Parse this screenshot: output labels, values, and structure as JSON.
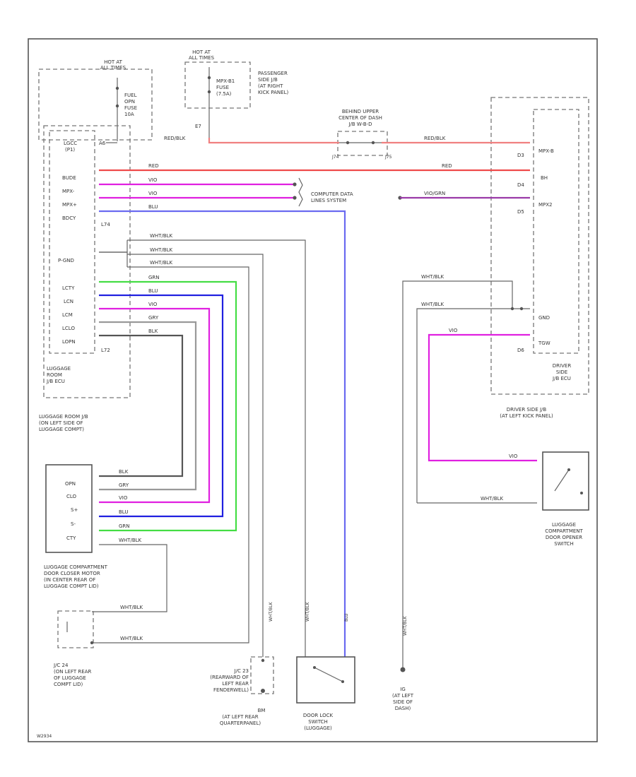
{
  "hot": {
    "a_1": "HOT AT",
    "a_2": "ALL TIMES",
    "b_1": "HOT AT",
    "b_2": "ALL TIMES"
  },
  "fuses": {
    "fuel_1": "FUEL",
    "fuel_2": "OPN",
    "fuel_3": "FUSE",
    "fuel_4": "10A",
    "mpx_1": "MPX-B1",
    "mpx_2": "FUSE",
    "mpx_3": "(7.5A)"
  },
  "labels": {
    "passenger_jb_1": "PASSENGER",
    "passenger_jb_2": "SIDE J/B",
    "passenger_jb_3": "(AT RIGHT",
    "passenger_jb_4": "KICK PANEL)",
    "behind_1": "BEHIND UPPER",
    "behind_2": "CENTER OF DASH",
    "behind_3": "J/B W-B-D",
    "computer_1": "COMPUTER DATA",
    "computer_2": "LINES SYSTEM",
    "lug_room_1": "LUGGAGE",
    "lug_room_2": "ROOM",
    "lug_room_3": "J/B ECU",
    "lug_jb_1": "LUGGAGE ROOM J/B",
    "lug_jb_2": "(ON LEFT SIDE OF",
    "lug_jb_3": "LUGGAGE COMPT)",
    "driver_side_1": "DRIVER",
    "driver_side_2": "SIDE",
    "driver_side_3": "J/B ECU",
    "driver_jb_1": "DRIVER SIDE J/B",
    "driver_jb_2": "(AT LEFT KICK PANEL)",
    "motor_1": "LUGGAGE COMPARTMENT",
    "motor_2": "DOOR CLOSER MOTOR",
    "motor_3": "(IN CENTER REAR OF",
    "motor_4": "LUGGAGE COMPT LID)",
    "opener_1": "LUGGAGE",
    "opener_2": "COMPARTMENT",
    "opener_3": "DOOR OPENER",
    "opener_4": "SWITCH",
    "j24_1": "J/C 24",
    "j24_2": "(ON LEFT REAR",
    "j24_3": "OF LUGGAGE",
    "j24_4": "COMPT LID)",
    "j23_1": "J/C 23",
    "j23_2": "(REARWARD OF",
    "j23_3": "LEFT REAR",
    "j23_4": "FENDERWELL)",
    "bm_1": "BM",
    "bm_2": "(AT LEFT REAR",
    "bm_3": "QUARTERPANEL)",
    "door_lock_1": "DOOR LOCK",
    "door_lock_2": "SWITCH",
    "door_lock_3": "(LUGGAGE)",
    "gnd_1": "IG",
    "gnd_2": "(AT LEFT",
    "gnd_3": "SIDE OF",
    "gnd_4": "DASH)",
    "footer": "W2934"
  },
  "pins_left": {
    "lgcc": "LGCC",
    "ip1": "(P1)",
    "bude": "BUDE",
    "mpx_minus": "MPX-",
    "mpx_plus": "MPX+",
    "bdcy": "BDCY",
    "pgnd": "P-GND",
    "lcty": "LCTY",
    "lcn": "LCN",
    "lcm": "LCM",
    "lclo": "LCLO",
    "lopn": "LOPN",
    "l74": "L74",
    "l72": "L72"
  },
  "pins_right": {
    "mpxb": "MPX-B",
    "bh": "BH",
    "mpx2": "MPX2",
    "gnd": "GND",
    "tgw": "TGW",
    "d3": "D3",
    "d4": "D4",
    "d5": "D5",
    "d6": "D6"
  },
  "pins_motor": {
    "opn": "OPN",
    "clo": "CLO",
    "s_plus": "S+",
    "s_minus": "S-",
    "cty": "CTY"
  },
  "conn": {
    "a6": "A6",
    "e7": "E7",
    "j74": "J74",
    "j75": "J75"
  },
  "wire_colors": {
    "red_blk": "RED/BLK",
    "red": "RED",
    "vio": "VIO",
    "blu": "BLU",
    "wht_blk": "WHT/BLK",
    "grn": "GRN",
    "gry": "GRY",
    "blk": "BLK",
    "vio_grn": "VIO/GRN"
  },
  "colors": {
    "red": "#ef4b4b",
    "red_light": "#f08080",
    "magenta": "#e020e0",
    "blue": "#2020e0",
    "blue_light": "#6a6af0",
    "green": "#44dd44",
    "gray": "#888888",
    "dark": "#555555"
  }
}
